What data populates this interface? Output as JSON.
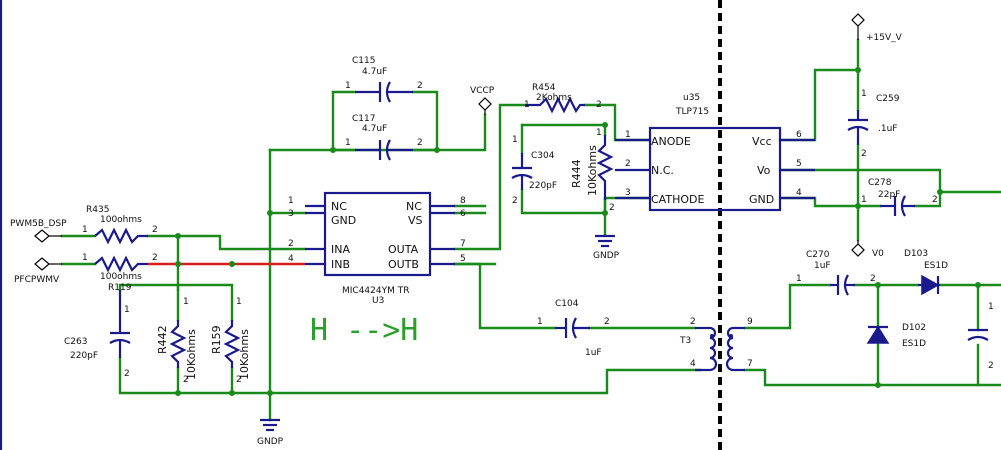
{
  "nets": {
    "pwm5b_dsp": "PWM5B_DSP",
    "pfcpwmv": "PFCPWMV",
    "vccp": "VCCP",
    "v15": "+15V_V",
    "v0": "V0",
    "gndp_left": "GNDP",
    "gndp_mid": "GNDP"
  },
  "resistors": {
    "r435": {
      "ref": "R435",
      "value": "100ohms"
    },
    "r119": {
      "ref": "R119",
      "value": "100ohms"
    },
    "r442": {
      "ref": "R442",
      "value": "10Kohms"
    },
    "r159": {
      "ref": "R159",
      "value": "10Kohms"
    },
    "r454": {
      "ref": "R454",
      "value": "2Kohms"
    },
    "r444": {
      "ref": "R444",
      "value": "10Kohms"
    }
  },
  "capacitors": {
    "c115": {
      "ref": "C115",
      "value": "4.7uF"
    },
    "c117": {
      "ref": "C117",
      "value": "4.7uF"
    },
    "c263": {
      "ref": "C263",
      "value": "220pF"
    },
    "c104": {
      "ref": "C104",
      "value": "1uF"
    },
    "c304": {
      "ref": "C304",
      "value": "220pF"
    },
    "c259": {
      "ref": "C259",
      "value": ".1uF"
    },
    "c278": {
      "ref": "C278",
      "value": "22pF"
    },
    "c270": {
      "ref": "C270",
      "value": "1uF"
    }
  },
  "diodes": {
    "d103": {
      "ref": "D103",
      "value": "ES1D"
    },
    "d102": {
      "ref": "D102",
      "value": "ES1D"
    }
  },
  "u3": {
    "part": "MIC4424YM TR",
    "ref": "U3",
    "pins_left": [
      {
        "name": "NC",
        "num": "1"
      },
      {
        "name": "GND",
        "num": "3"
      },
      {
        "name": "INA",
        "num": "2"
      },
      {
        "name": "INB",
        "num": "4"
      }
    ],
    "pins_right": [
      {
        "name": "NC",
        "num": "8"
      },
      {
        "name": "VS",
        "num": "6"
      },
      {
        "name": "OUTA",
        "num": "7"
      },
      {
        "name": "OUTB",
        "num": "5"
      }
    ]
  },
  "u35": {
    "ref": "u35",
    "part": "TLP715",
    "pins_left": [
      {
        "name": "ANODE",
        "num": "1"
      },
      {
        "name": "N.C.",
        "num": "2"
      },
      {
        "name": "CATHODE",
        "num": "3"
      }
    ],
    "pins_right": [
      {
        "name": "Vcc",
        "num": "6"
      },
      {
        "name": "Vo",
        "num": "5"
      },
      {
        "name": "GND",
        "num": "4"
      }
    ]
  },
  "t3": {
    "ref": "T3",
    "pins": [
      "2",
      "4",
      "9",
      "7"
    ]
  },
  "annotation": "H -->H",
  "pin_numbers": {
    "one": "1",
    "two": "2"
  }
}
